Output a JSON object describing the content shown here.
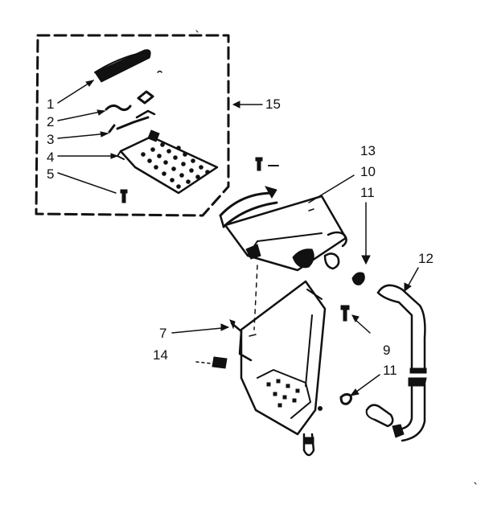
{
  "diagram": {
    "callouts": [
      {
        "id": "c1",
        "text": "1"
      },
      {
        "id": "c2",
        "text": "2"
      },
      {
        "id": "c3",
        "text": "3"
      },
      {
        "id": "c4",
        "text": "4"
      },
      {
        "id": "c5",
        "text": "5"
      },
      {
        "id": "c15",
        "text": "15"
      },
      {
        "id": "c13",
        "text": "13"
      },
      {
        "id": "c10",
        "text": "10"
      },
      {
        "id": "c11a",
        "text": "11"
      },
      {
        "id": "c12",
        "text": "12"
      },
      {
        "id": "c7",
        "text": "7"
      },
      {
        "id": "c14",
        "text": "14"
      },
      {
        "id": "c9",
        "text": "9"
      },
      {
        "id": "c11b",
        "text": "11"
      }
    ]
  }
}
